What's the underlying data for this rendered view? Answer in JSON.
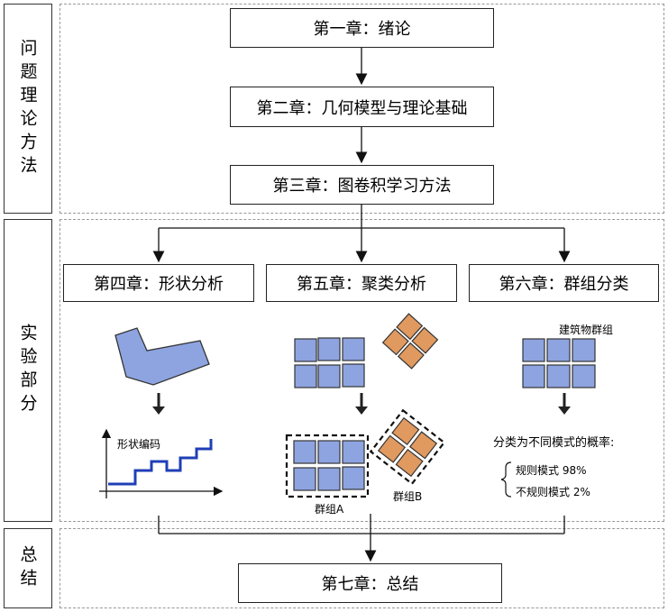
{
  "sections": {
    "theory": "问题理论方法",
    "experiment": "实验部分",
    "summary": "总结"
  },
  "chapters": {
    "ch1": "第一章：绪论",
    "ch2": "第二章：几何模型与理论基础",
    "ch3": "第三章：图卷积学习方法",
    "ch4": "第四章：形状分析",
    "ch5": "第五章：聚类分析",
    "ch6": "第六章：群组分类",
    "ch7": "第七章：总结"
  },
  "shape_panel": {
    "code_label": "形状编码"
  },
  "cluster_panel": {
    "group_a": "群组A",
    "group_b": "群组B"
  },
  "classify_panel": {
    "building_group": "建筑物群组",
    "prob_title": "分类为不同模式的概率:",
    "regular": "规则模式 98%",
    "irregular": "不规则模式 2%"
  },
  "colors": {
    "blue": "#8ea4e0",
    "orange": "#e0995f",
    "border": "#333333"
  },
  "icons": [
    "down-arrow-icon",
    "brace-icon"
  ]
}
